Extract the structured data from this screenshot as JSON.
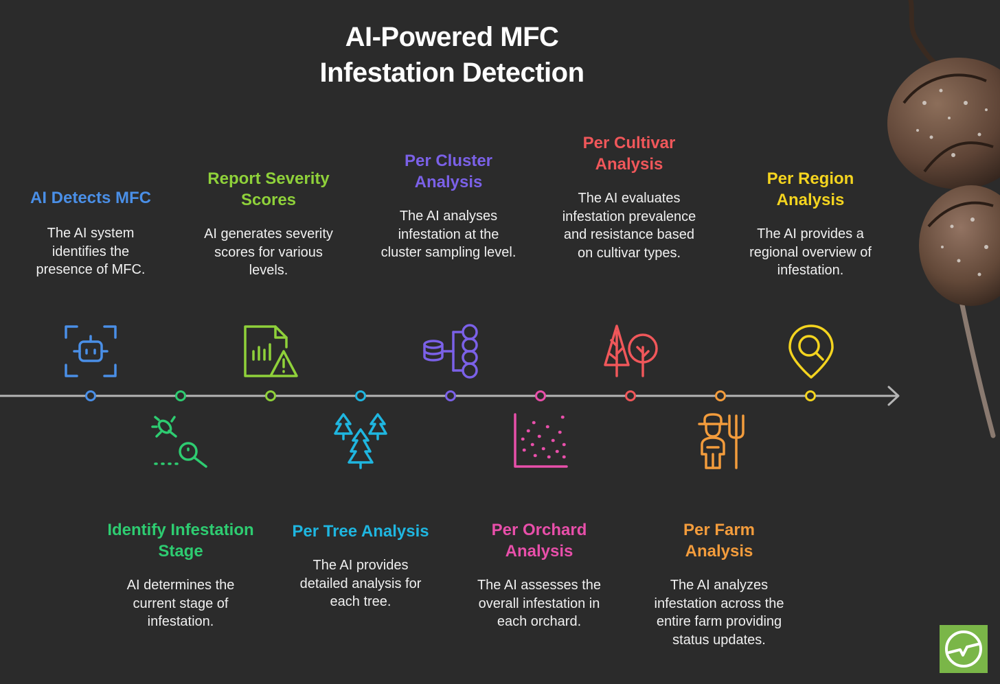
{
  "title": {
    "line1": "AI-Powered MFC",
    "line2": "Infestation Detection"
  },
  "steps": [
    {
      "heading": "AI Detects MFC",
      "description": "The AI system identifies the presence of MFC.",
      "color": "#4a8fe7",
      "icon": "robot-scan-icon"
    },
    {
      "heading": "Identify Infestation Stage",
      "description": "AI determines the current stage of infestation.",
      "color": "#2ecc71",
      "icon": "bug-search-icon"
    },
    {
      "heading": "Report Severity Scores",
      "description": "AI generates severity scores for various levels.",
      "color": "#8fd13a",
      "icon": "report-warning-icon"
    },
    {
      "heading": "Per Tree Analysis",
      "description": "The AI provides detailed analysis for each tree.",
      "color": "#1fb6e0",
      "icon": "trees-icon"
    },
    {
      "heading": "Per Cluster Analysis",
      "description": "The AI analyses infestation at the cluster sampling level.",
      "color": "#7b61e8",
      "icon": "database-cluster-icon"
    },
    {
      "heading": "Per Orchard Analysis",
      "description": "The AI assesses the overall infestation in each orchard.",
      "color": "#e84faa",
      "icon": "scatter-plot-icon"
    },
    {
      "heading": "Per Cultivar Analysis",
      "description": "The AI evaluates infestation prevalence and resistance based on cultivar types.",
      "color": "#f0575a",
      "icon": "cultivar-trees-icon"
    },
    {
      "heading": "Per Farm Analysis",
      "description": "The AI analyzes infestation across the entire farm providing status updates.",
      "color": "#f39c3c",
      "icon": "farmer-pitchfork-icon"
    },
    {
      "heading": "Per Region Analysis",
      "description": "The AI provides a regional overview of infestation.",
      "color": "#f4d41f",
      "icon": "map-pin-search-icon"
    }
  ]
}
